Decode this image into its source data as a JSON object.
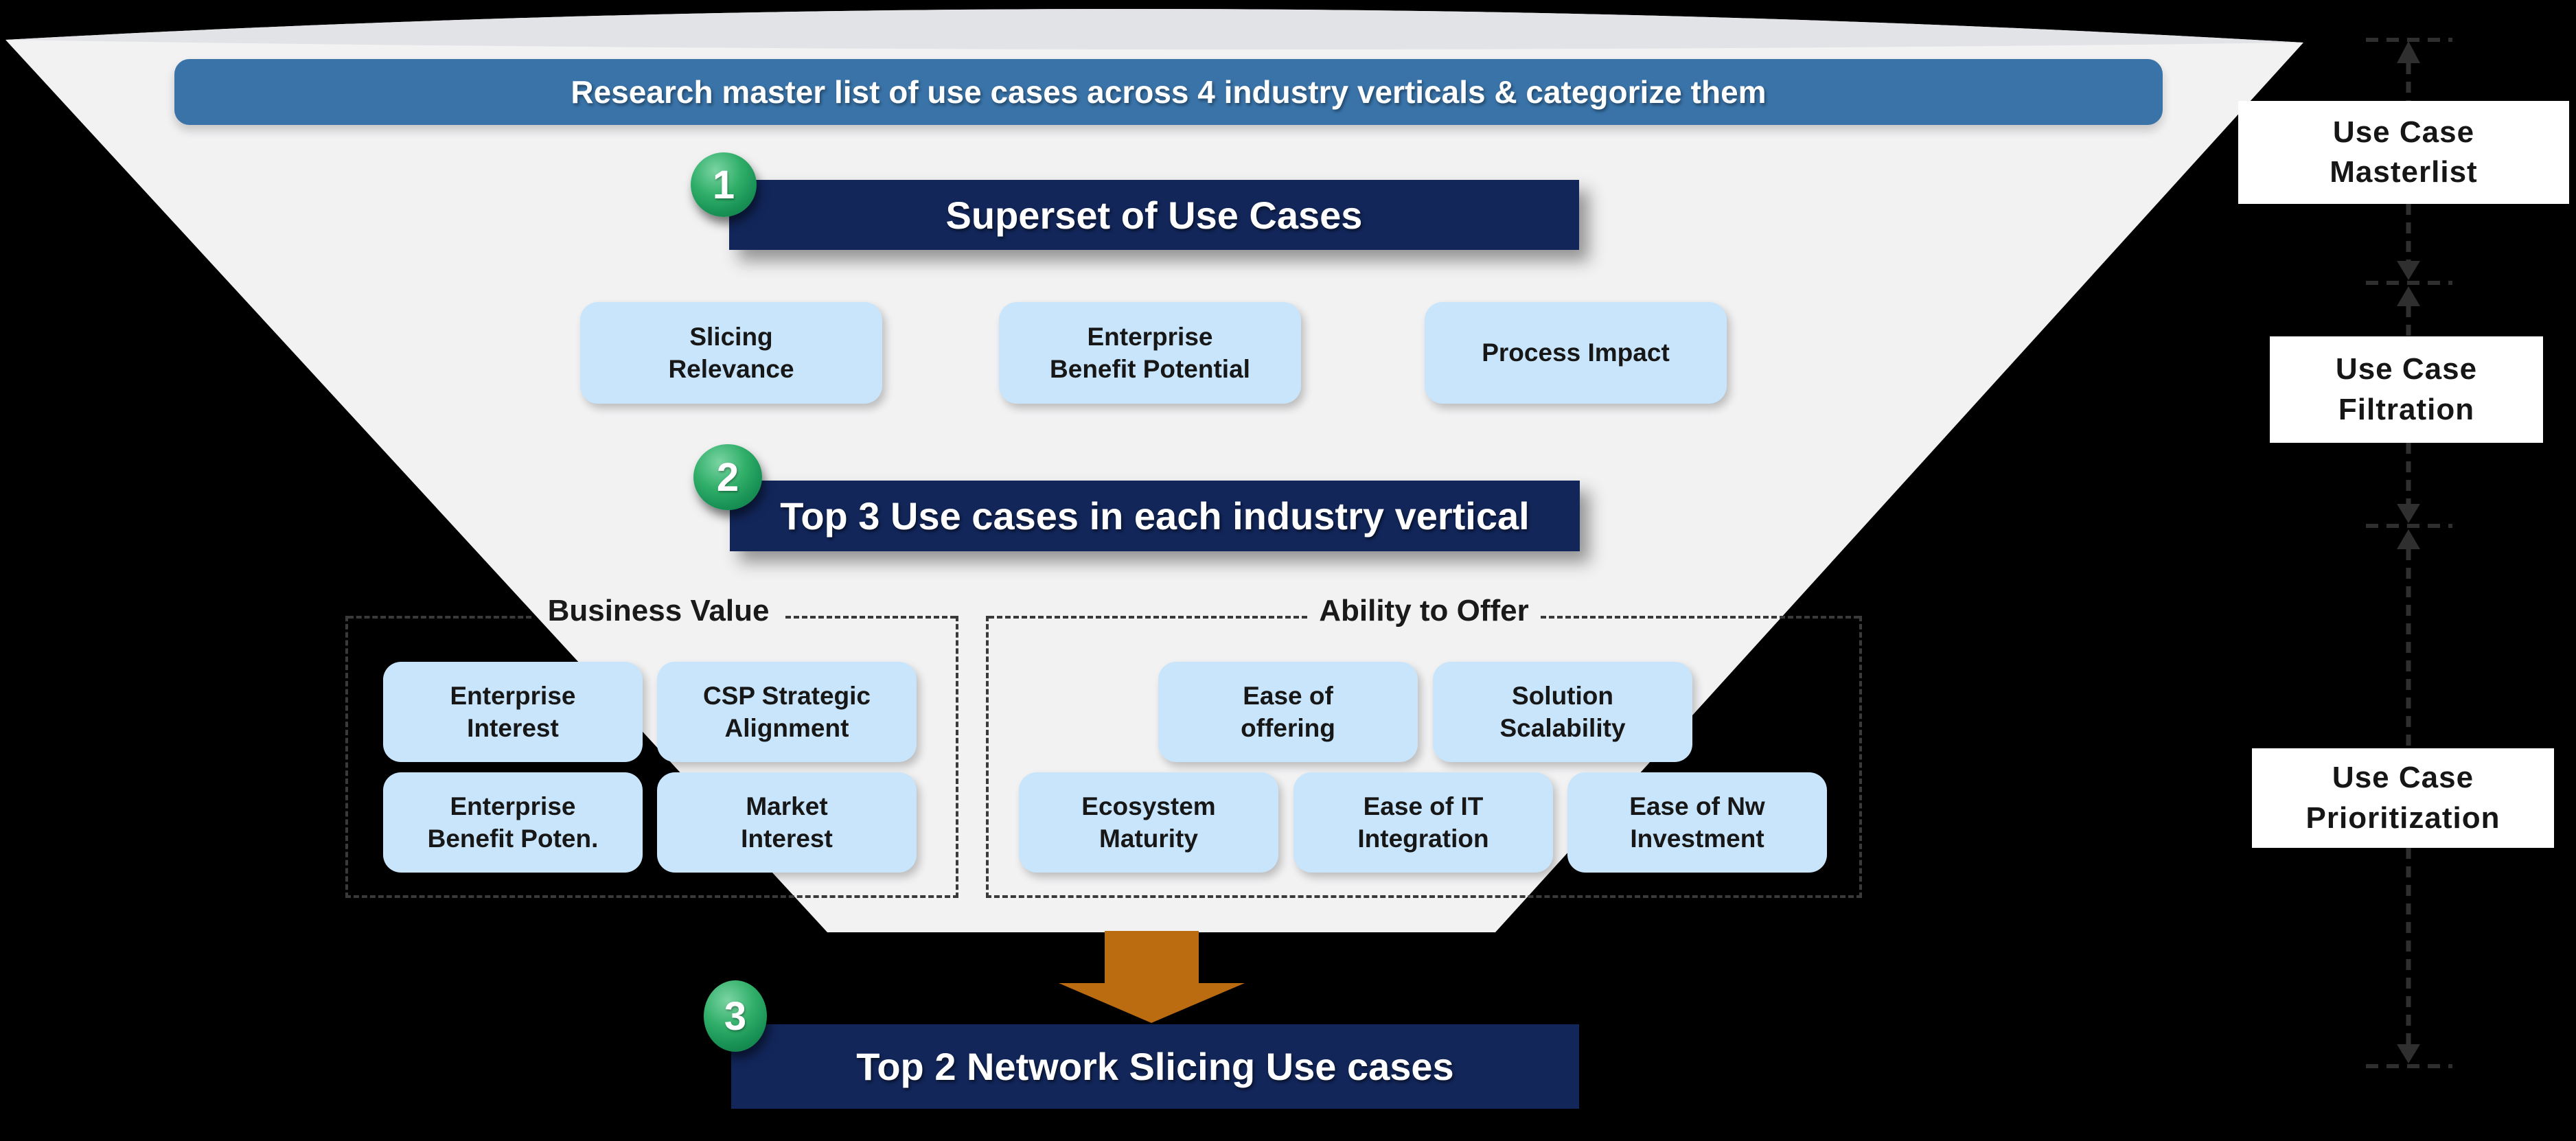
{
  "top_banner": {
    "label": "Research master list of use cases across 4 industry verticals & categorize them"
  },
  "steps": [
    {
      "number": "1",
      "label": "Superset of Use Cases"
    },
    {
      "number": "2",
      "label": "Top 3 Use cases in each industry vertical"
    },
    {
      "number": "3",
      "label": "Top 2 Network Slicing Use cases"
    }
  ],
  "filter_row": [
    {
      "lines": [
        "Slicing",
        "Relevance"
      ]
    },
    {
      "lines": [
        "Enterprise",
        "Benefit Potential"
      ]
    },
    {
      "lines": [
        "Process Impact"
      ]
    }
  ],
  "groups": [
    {
      "title": "Business Value",
      "boxes": [
        {
          "lines": [
            "Enterprise",
            "Interest"
          ]
        },
        {
          "lines": [
            "CSP Strategic",
            "Alignment"
          ]
        },
        {
          "lines": [
            "Enterprise",
            "Benefit Poten."
          ]
        },
        {
          "lines": [
            "Market",
            "Interest"
          ]
        }
      ]
    },
    {
      "title": "Ability to Offer",
      "boxes": [
        {
          "lines": [
            "Ease of",
            "offering"
          ]
        },
        {
          "lines": [
            "Solution",
            "Scalability"
          ]
        },
        {
          "lines": [
            "Ecosystem",
            "Maturity"
          ]
        },
        {
          "lines": [
            "Ease of IT",
            "Integration"
          ]
        },
        {
          "lines": [
            "Ease of Nw",
            "Investment"
          ]
        }
      ]
    }
  ],
  "right_rail": [
    {
      "lines": [
        "Use Case",
        "Masterlist"
      ]
    },
    {
      "lines": [
        "Use Case",
        "Filtration"
      ]
    },
    {
      "lines": [
        "Use Case",
        "Prioritization"
      ]
    }
  ],
  "colors": {
    "background": "#000000",
    "funnel_body": "#f2f2f3",
    "funnel_rim": "#e2e3e6",
    "banner_blue": "#3973a8",
    "navy_bar": "#12265a",
    "light_blue_chip": "#c8e5fb",
    "green_badge": "#1f9e5e",
    "orange_arrow": "#bb6b10",
    "dashed_border": "#3a3a3a",
    "rail_dash": "#2f2f2f"
  }
}
